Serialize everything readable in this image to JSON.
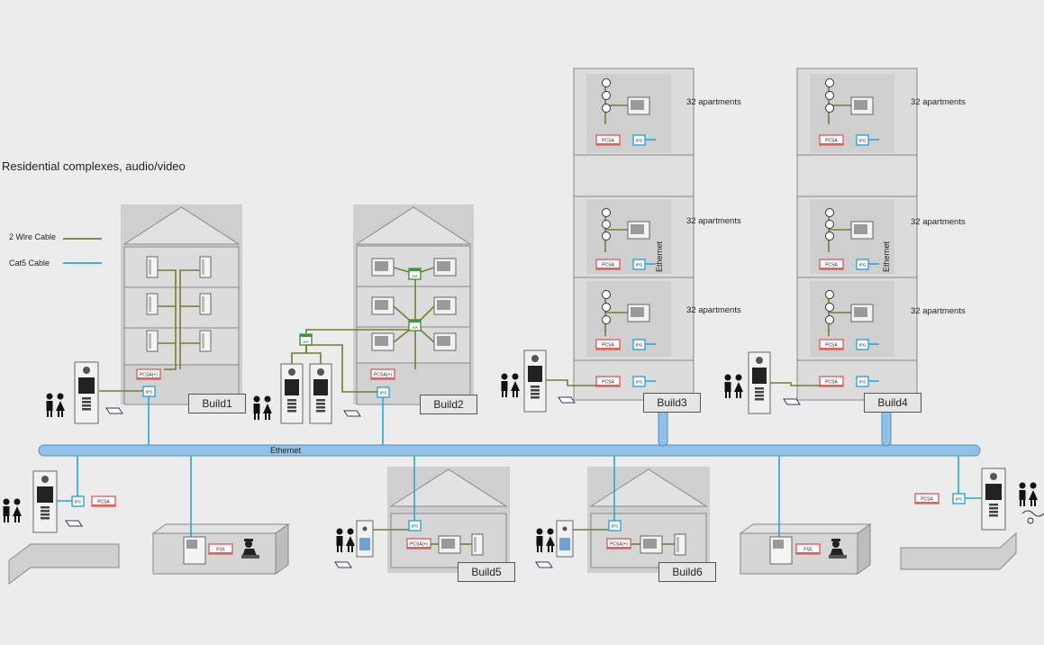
{
  "title": "Residential complexes, audio/video",
  "legend": [
    {
      "label": "2 Wire Cable",
      "color": "#7a7a30"
    },
    {
      "label": "Cat5 Cable",
      "color": "#2aa6d6"
    }
  ],
  "ethernet_label": "Ethernet",
  "buildings": [
    "Build1",
    "Build2",
    "Build3",
    "Build4",
    "Build5",
    "Build6"
  ],
  "apartment_label": "32 apartments",
  "device_labels": {
    "pcsa": "PCSA",
    "pcsa_plus": "PCSA(+)",
    "ips": "IPS",
    "ipg": "IPG",
    "ps5": "PS5",
    "aa": "AA"
  },
  "colors": {
    "background": "#ececec",
    "building": "#d6d6d6",
    "ethernet_bus": "#8fc2e6",
    "cat5": "#2aa6d6",
    "two_wire": "#7a7a30",
    "pcsa_red": "#e06060",
    "switch_green": "#3a9a3a"
  }
}
